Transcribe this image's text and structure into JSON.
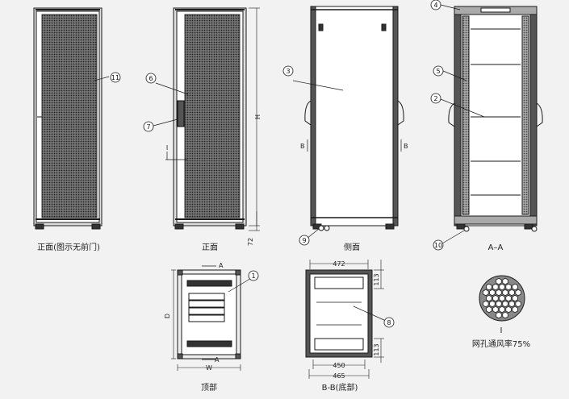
{
  "views": {
    "front_no_door": "正面(图示无前门)",
    "front": "正面",
    "side": "侧面",
    "section_aa": "A–A",
    "top": "顶部",
    "bottom": "B-B(底部)"
  },
  "callouts": {
    "c1": "1",
    "c2": "2",
    "c3": "3",
    "c4": "4",
    "c5": "5",
    "c6": "6",
    "c7": "7",
    "c8": "8",
    "c9": "9",
    "c10": "10",
    "c11": "11"
  },
  "dimensions": {
    "height": "H",
    "base": "72",
    "depth": "D",
    "width": "W",
    "section_a": "A",
    "section_b": "B",
    "bottom_width_top": "472",
    "bottom_width_inner": "450",
    "bottom_width_outer": "465",
    "bottom_margin": "113",
    "detail_ref": "I"
  },
  "mesh": {
    "detail_label": "I",
    "ventilation_caption": "网孔通风率75%"
  },
  "colors": {
    "line": "#1a1a1a",
    "frame": "#333333",
    "mesh_fill": "#555555",
    "background": "#f2f2f2"
  }
}
